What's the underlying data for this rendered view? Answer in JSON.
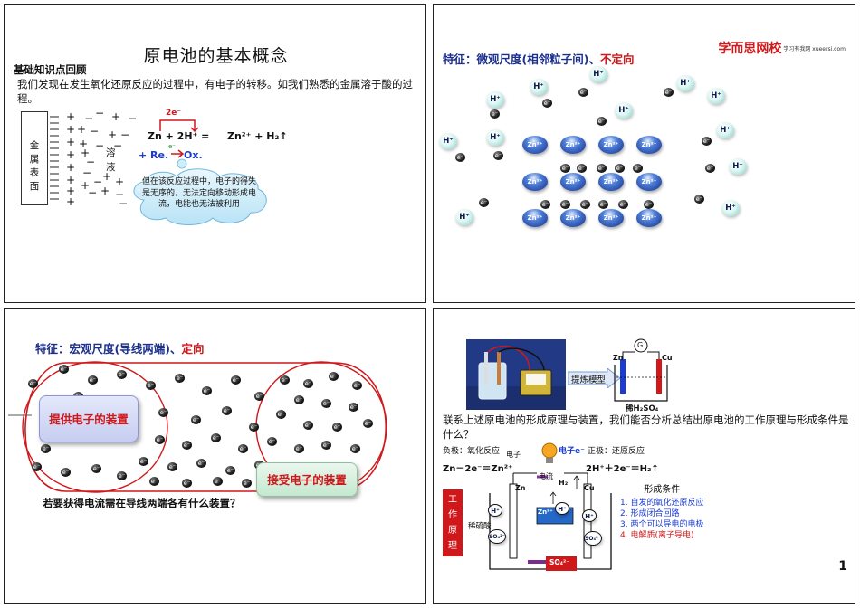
{
  "slide1": {
    "title": "原电池的基本概念",
    "subtitle": "基础知识点回顾",
    "paragraph": "我们发现在发生氧化还原反应的过程中，有电子的转移。如我们熟悉的金属溶于酸的过程。",
    "metal_label": [
      "金",
      "属",
      "表",
      "面"
    ],
    "solution_label": [
      "溶",
      "液"
    ],
    "transfer": "2e⁻",
    "equation_left": "Zn  +  2H⁺  =",
    "equation_right": "Zn²⁺ + H₂↑",
    "re": "+ Re.",
    "ox": "Ox.",
    "e_small": "e⁻",
    "cloud": "但在该反应过程中，电子的得失是无序的，无法定向移动形成电流，电能也无法被利用"
  },
  "slide2": {
    "heading_blue": "特征：微观尺度(相邻粒子间)、",
    "heading_red": "不定向",
    "logo": "学而思网校",
    "logo_small": "学习有我网 xueersi.com",
    "hplus": "H⁺",
    "e": "e⁻",
    "zn": "Zn²⁺"
  },
  "slide3": {
    "heading_blue": "特征：宏观尺度(导线两端)、",
    "heading_red": "定向",
    "provide": "提供电子的装置",
    "accept": "接受电子的装置",
    "question": "若要获得电流需在导线两端各有什么装置？",
    "e": "e⁻"
  },
  "slide4": {
    "refine": "提炼模型",
    "g": "G",
    "zn": "Zn",
    "cu": "Cu",
    "acid": "稀H₂SO₄",
    "question": "联系上述原电池的形成原理与装置，我们能否分析总结出原电池的工作原理与形成条件是什么？",
    "neg": "负极：氧化反应",
    "pos": "正极：还原反应",
    "electron": "电子",
    "electron2": "电子e⁻",
    "eq_neg": "Zn－2e⁻＝Zn²⁺",
    "eq_pos": "2H⁺＋2e⁻＝H₂↑",
    "current": "电流",
    "h2": "H₂",
    "dilute": "稀硫酸",
    "side_label": [
      "工",
      "作",
      "原",
      "理"
    ],
    "h_ion": "H⁺",
    "zn_ion": "Zn²⁺",
    "so4": "SO₄²⁻",
    "so4_small": "SO₄²⁻",
    "cond_title": "形成条件",
    "cond_items": [
      "1. 自发的氧化还原反应",
      "2. 形成闭合回路",
      "3. 两个可以导电的电极",
      "4. 电解质(离子导电)"
    ],
    "page_number": "1"
  },
  "colors": {
    "title_blue": "#1b2f8c",
    "accent_red": "#d0181b",
    "cond_blue": "#1a3bd6"
  }
}
